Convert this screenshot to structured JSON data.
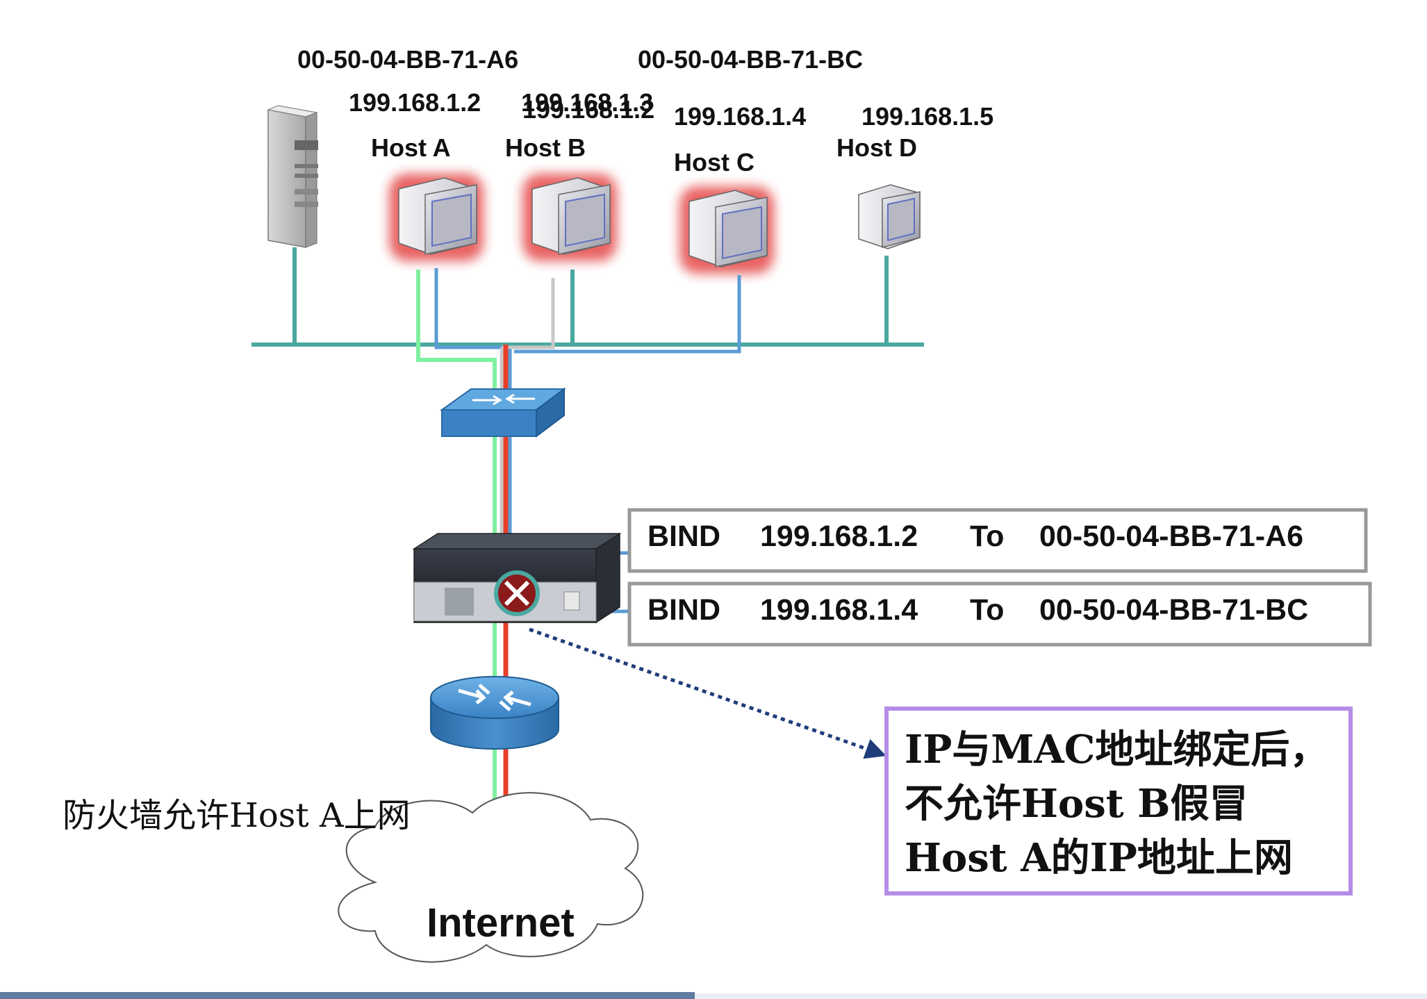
{
  "hosts": [
    {
      "name": "Host A",
      "ip": "199.168.1.2",
      "mac": "00-50-04-BB-71-A6",
      "highlighted": true
    },
    {
      "name": "Host B",
      "ip": "199.168.1.3",
      "ip_spoofed": "199.168.1.2",
      "highlighted": true
    },
    {
      "name": "Host C",
      "ip": "199.168.1.4",
      "mac": "00-50-04-BB-71-BC",
      "highlighted": true
    },
    {
      "name": "Host D",
      "ip": "199.168.1.5",
      "highlighted": false
    }
  ],
  "bindings": [
    {
      "keyword": "BIND",
      "ip": "199.168.1.2",
      "to": "To",
      "mac": "00-50-04-BB-71-A6"
    },
    {
      "keyword": "BIND",
      "ip": "199.168.1.4",
      "to": "To",
      "mac": "00-50-04-BB-71-BC"
    }
  ],
  "internet_label": "Internet",
  "firewall_note": "防火墙允许Host A上网",
  "callout_lines": [
    "IP与MAC地址绑定后，",
    "不允许Host B假冒",
    "Host A的IP地址上网"
  ],
  "colors": {
    "lan_bus": "#4aa8a0",
    "host_a_path": "#7ff0a0",
    "host_b_path": "#c8c8c8",
    "host_c_path": "#5b9bd5",
    "internet_path": "#e8402a",
    "callout_border": "#b58de6",
    "binding_border": "#999999",
    "block_marker": "#8b1a1a",
    "host_glow": "#e02020"
  },
  "icons": [
    "server-icon",
    "host-monitor-icon",
    "switch-icon",
    "firewall-icon",
    "router-icon",
    "cloud-icon",
    "block-x-icon"
  ]
}
